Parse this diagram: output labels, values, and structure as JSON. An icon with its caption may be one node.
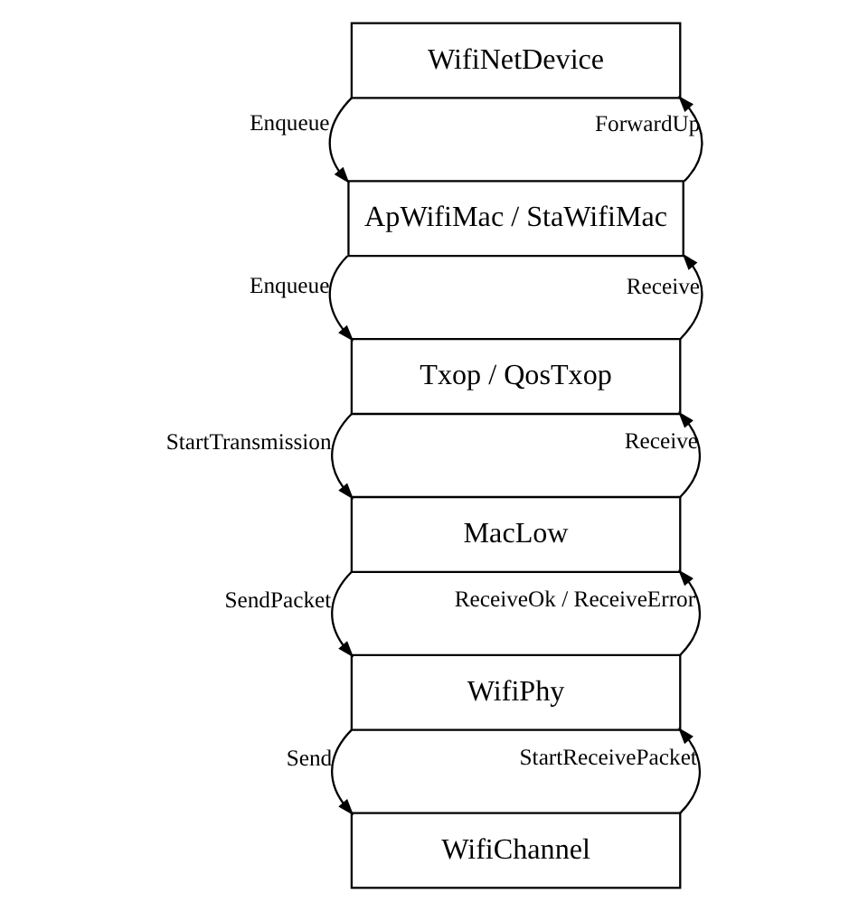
{
  "diagram": {
    "nodes": [
      {
        "text": [
          "WifiNetDevice"
        ]
      },
      {
        "text": [
          "ApWifiMac / StaWifiMac"
        ]
      },
      {
        "text": [
          "Txop / QosTxop"
        ]
      },
      {
        "text": [
          "MacLow"
        ]
      },
      {
        "text": [
          "WifiPhy"
        ]
      },
      {
        "text": [
          "WifiChannel"
        ]
      }
    ],
    "edges": [
      {
        "from": 0,
        "to": 1,
        "arrow": "to",
        "label": "Enqueue"
      },
      {
        "from": 1,
        "to": 0,
        "arrow": "to",
        "label": "ForwardUp"
      },
      {
        "from": 1,
        "to": 2,
        "arrow": "to",
        "label": "Enqueue"
      },
      {
        "from": 2,
        "to": 1,
        "arrow": "to",
        "label": "Receive"
      },
      {
        "from": 2,
        "to": 3,
        "arrow": "to",
        "label": "StartTransmission"
      },
      {
        "from": 3,
        "to": 2,
        "arrow": "to",
        "label": "Receive"
      },
      {
        "from": 3,
        "to": 4,
        "arrow": "to",
        "label": "SendPacket"
      },
      {
        "from": 4,
        "to": 3,
        "arrow": "to",
        "label": "ReceiveOk / ReceiveError"
      },
      {
        "from": 4,
        "to": 5,
        "arrow": "to",
        "label": "Send"
      },
      {
        "from": 5,
        "to": 4,
        "arrow": "to",
        "label": "StartReceivePacket"
      }
    ]
  }
}
